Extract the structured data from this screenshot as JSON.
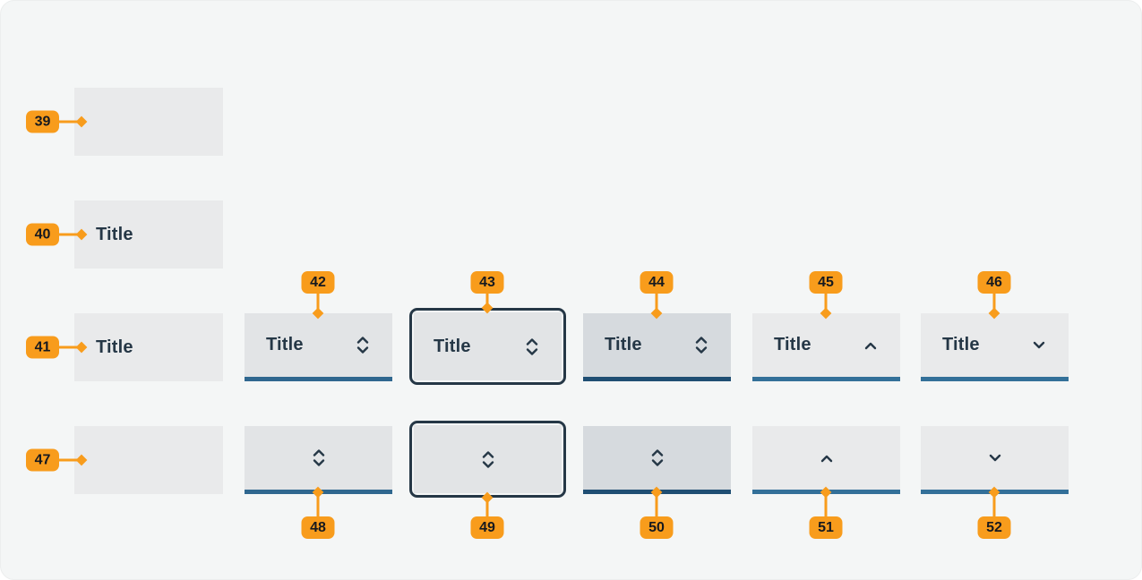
{
  "component": "select-trigger-states-spec",
  "labels": {
    "title": "Title"
  },
  "annotations": {
    "b39": "39",
    "b40": "40",
    "b41": "41",
    "b42": "42",
    "b43": "43",
    "b44": "44",
    "b45": "45",
    "b46": "46",
    "b47": "47",
    "b48": "48",
    "b49": "49",
    "b50": "50",
    "b51": "51",
    "b52": "52"
  },
  "colors": {
    "annotation_orange": "#f89c1c",
    "text_navy": "#253746",
    "focus_ring_navy": "#253746",
    "fill_default": "#e9eaeb",
    "fill_hover": "#e2e4e6",
    "fill_active": "#d6dade",
    "underline_default": "#337099",
    "underline_hover": "#2f678f",
    "underline_active": "#1f4e73",
    "canvas_background": "#f4f6f6"
  },
  "icons": {
    "updown": "chevron-up-down-icon",
    "up": "chevron-up-icon",
    "down": "chevron-down-icon"
  }
}
